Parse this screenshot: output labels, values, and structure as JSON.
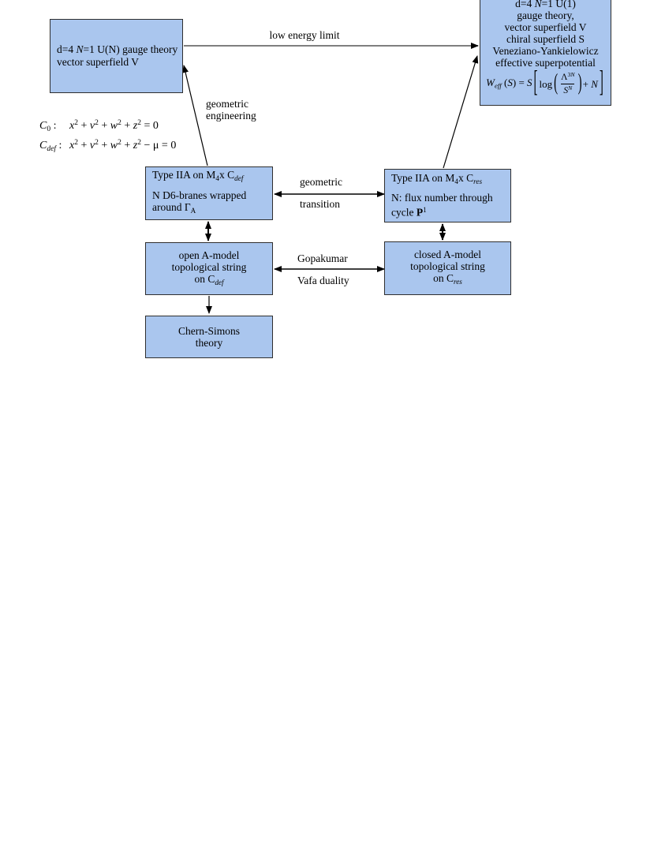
{
  "colors": {
    "box_fill": "#aac6ee",
    "box_border": "#2f2f2f",
    "arrow_black": "#000000",
    "low_energy_line": "#7f7f7f",
    "background": "#ffffff"
  },
  "labels": {
    "low_energy": "low energy limit",
    "geo_eng_1": "geometric",
    "geo_eng_2": "engineering",
    "geo_tr_1": "geometric",
    "geo_tr_2": "transition",
    "gv_1": "Gopakumar",
    "gv_2": "Vafa duality"
  },
  "equations": {
    "c0_label": [
      {
        "t": "C",
        "s": "i"
      },
      {
        "t": "0",
        "s": "sub"
      },
      {
        "t": " :"
      }
    ],
    "c0_expr": [
      {
        "t": "x",
        "s": "i"
      },
      {
        "t": "2",
        "s": "sup"
      },
      {
        "t": " + "
      },
      {
        "t": "v",
        "s": "i"
      },
      {
        "t": "2",
        "s": "sup"
      },
      {
        "t": " + "
      },
      {
        "t": "w",
        "s": "i"
      },
      {
        "t": "2",
        "s": "sup"
      },
      {
        "t": " + "
      },
      {
        "t": "z",
        "s": "i"
      },
      {
        "t": "2",
        "s": "sup"
      },
      {
        "t": " = 0"
      }
    ],
    "cdef_label": [
      {
        "t": "C",
        "s": "i"
      },
      {
        "t": "def",
        "s": "isub"
      },
      {
        "t": " :"
      }
    ],
    "cdef_expr": [
      {
        "t": "x",
        "s": "i"
      },
      {
        "t": "2",
        "s": "sup"
      },
      {
        "t": " + "
      },
      {
        "t": "v",
        "s": "i"
      },
      {
        "t": "2",
        "s": "sup"
      },
      {
        "t": " + "
      },
      {
        "t": "w",
        "s": "i"
      },
      {
        "t": "2",
        "s": "sup"
      },
      {
        "t": " + "
      },
      {
        "t": "z",
        "s": "i"
      },
      {
        "t": "2",
        "s": "sup"
      },
      {
        "t": " − μ = 0"
      }
    ]
  },
  "boxes": {
    "gauge_un": {
      "l1": [
        {
          "t": "d=4 "
        },
        {
          "t": "N",
          "s": "i"
        },
        {
          "t": "=1 U(N) gauge theory"
        }
      ],
      "l2": "vector superfield V"
    },
    "gauge_u1": {
      "l1": [
        {
          "t": "d=4 "
        },
        {
          "t": "N",
          "s": "i"
        },
        {
          "t": "=1 U(1)"
        }
      ],
      "l2": "gauge theory,",
      "l3": "vector superfield V",
      "l4": "chiral superfield S",
      "l5": "Veneziano-Yankielowicz",
      "l6": "effective superpotential",
      "formula": {
        "lhs": [
          {
            "t": "W",
            "s": "i"
          },
          {
            "t": "eff",
            "s": "isub"
          },
          {
            "t": " ("
          },
          {
            "t": "S",
            "s": "i"
          },
          {
            "t": ") = "
          },
          {
            "t": "S",
            "s": "i"
          }
        ],
        "lbrack": "[",
        "log": "log",
        "lparen": "(",
        "num": [
          {
            "t": "Λ"
          },
          {
            "t": "3",
            "s": "sup"
          },
          {
            "t": "N",
            "s": "isup"
          }
        ],
        "den": [
          {
            "t": "S",
            "s": "i"
          },
          {
            "t": "N",
            "s": "isup"
          }
        ],
        "rparen": ")",
        "tail": [
          {
            "t": "+ "
          },
          {
            "t": "N",
            "s": "i"
          }
        ],
        "rbrack": "]"
      }
    },
    "iia_def": {
      "l1": [
        {
          "t": "Type IIA on M"
        },
        {
          "t": "4",
          "s": "sub"
        },
        {
          "t": "x C"
        },
        {
          "t": "def",
          "s": "isub"
        }
      ],
      "l2": "N D6-branes wrapped",
      "l3": [
        {
          "t": "around Γ"
        },
        {
          "t": "A",
          "s": "sub"
        }
      ]
    },
    "iia_res": {
      "l1": [
        {
          "t": "Type IIA on M"
        },
        {
          "t": "4",
          "s": "sub"
        },
        {
          "t": "x C"
        },
        {
          "t": "res",
          "s": "isub"
        }
      ],
      "l2": "N: flux number through",
      "l3": [
        {
          "t": "cycle "
        },
        {
          "t": "P",
          "s": "b"
        },
        {
          "t": "1",
          "s": "sup"
        }
      ]
    },
    "open_a": {
      "l1": "open A-model",
      "l2": "topological string",
      "l3": [
        {
          "t": "on C"
        },
        {
          "t": "def",
          "s": "isub"
        }
      ]
    },
    "closed_a": {
      "l1": "closed A-model",
      "l2": "topological string",
      "l3": [
        {
          "t": "on C"
        },
        {
          "t": "res",
          "s": "isub"
        }
      ]
    },
    "chern_simons": {
      "l1": "Chern-Simons",
      "l2": "theory"
    }
  }
}
